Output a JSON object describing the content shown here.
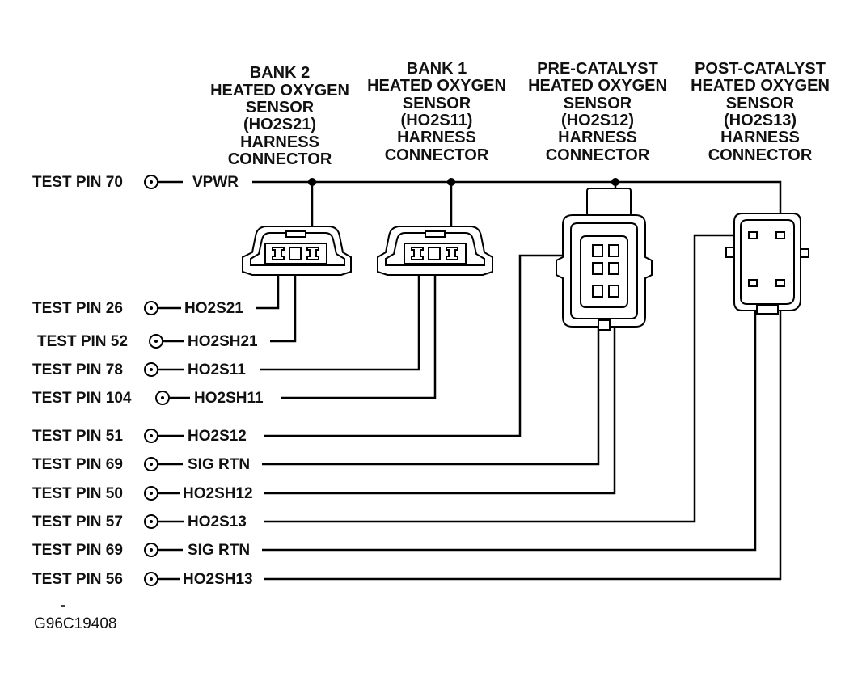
{
  "connectors": [
    {
      "title": [
        "BANK 2",
        "HEATED OXYGEN",
        "SENSOR",
        "(HO2S21)",
        "HARNESS",
        "CONNECTOR"
      ]
    },
    {
      "title": [
        "BANK 1",
        "HEATED OXYGEN",
        "SENSOR",
        "(HO2S11)",
        "HARNESS",
        "CONNECTOR"
      ]
    },
    {
      "title": [
        "PRE-CATALYST",
        "HEATED OXYGEN",
        "SENSOR",
        "(HO2S12)",
        "HARNESS",
        "CONNECTOR"
      ]
    },
    {
      "title": [
        "POST-CATALYST",
        "HEATED OXYGEN",
        "SENSOR",
        "(HO2S13)",
        "HARNESS",
        "CONNECTOR"
      ]
    }
  ],
  "pins": [
    {
      "label": "TEST PIN 70",
      "signal": "VPWR"
    },
    {
      "label": "TEST PIN 26",
      "signal": "HO2S21"
    },
    {
      "label": "TEST PIN 52",
      "signal": "HO2SH21"
    },
    {
      "label": "TEST PIN 78",
      "signal": "HO2S11"
    },
    {
      "label": "TEST PIN 104",
      "signal": "HO2SH11"
    },
    {
      "label": "TEST PIN 51",
      "signal": "HO2S12"
    },
    {
      "label": "TEST PIN 69",
      "signal": "SIG RTN"
    },
    {
      "label": "TEST PIN 50",
      "signal": "HO2SH12"
    },
    {
      "label": "TEST PIN 57",
      "signal": "HO2S13"
    },
    {
      "label": "TEST PIN 69",
      "signal": "SIG RTN"
    },
    {
      "label": "TEST PIN 56",
      "signal": "HO2SH13"
    }
  ],
  "figure_id": "G96C19408"
}
